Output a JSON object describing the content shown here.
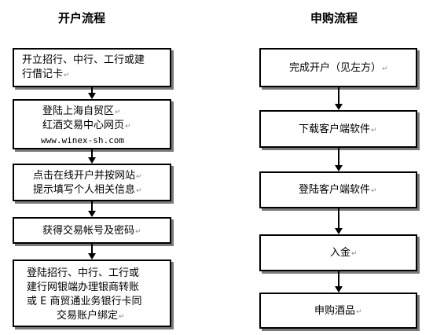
{
  "left": {
    "title": "开户流程",
    "steps": [
      {
        "lines": [
          "开立招行、中行、工行或建",
          "行借记卡"
        ]
      },
      {
        "lines": [
          "登陆上海自贸区",
          "红酒交易中心网页",
          "www.winex-sh.com"
        ]
      },
      {
        "lines": [
          "点击在线开户并按网站",
          "提示填写个人相关信息"
        ]
      },
      {
        "lines": [
          "获得交易帐号及密码"
        ]
      },
      {
        "lines": [
          "登陆招行、中行、工行或",
          "建行网银端办理银商转账",
          "或 E 商贸通业务银行卡同",
          "交易账户绑定"
        ]
      }
    ]
  },
  "right": {
    "title": "申购流程",
    "steps": [
      {
        "lines": [
          "完成开户（见左方）"
        ]
      },
      {
        "lines": [
          "下载客户端软件"
        ]
      },
      {
        "lines": [
          "登陆客户端软件"
        ]
      },
      {
        "lines": [
          "入金"
        ]
      },
      {
        "lines": [
          "申购酒品"
        ]
      }
    ]
  },
  "para_mark": "↵"
}
